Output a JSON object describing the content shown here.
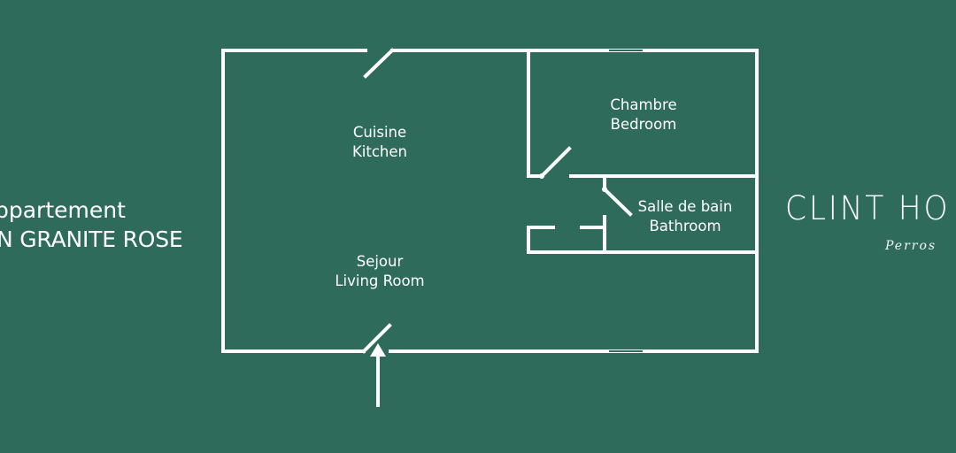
{
  "colors": {
    "background": "#2e6b5a",
    "line": "#ffffff",
    "text": "#ffffff"
  },
  "title": {
    "line1": "ppartement",
    "line2": "N GRANITE ROSE"
  },
  "rooms": {
    "kitchen": {
      "fr": "Cuisine",
      "en": "Kitchen"
    },
    "bedroom": {
      "fr": "Chambre",
      "en": "Bedroom"
    },
    "bathroom": {
      "fr": "Salle de bain",
      "en": "Bathroom"
    },
    "living": {
      "fr": "Sejour",
      "en": "Living Room"
    }
  },
  "brand": {
    "name": "CLINT HO",
    "sub": "Perros"
  },
  "entrance_icon": "arrow-up-icon"
}
